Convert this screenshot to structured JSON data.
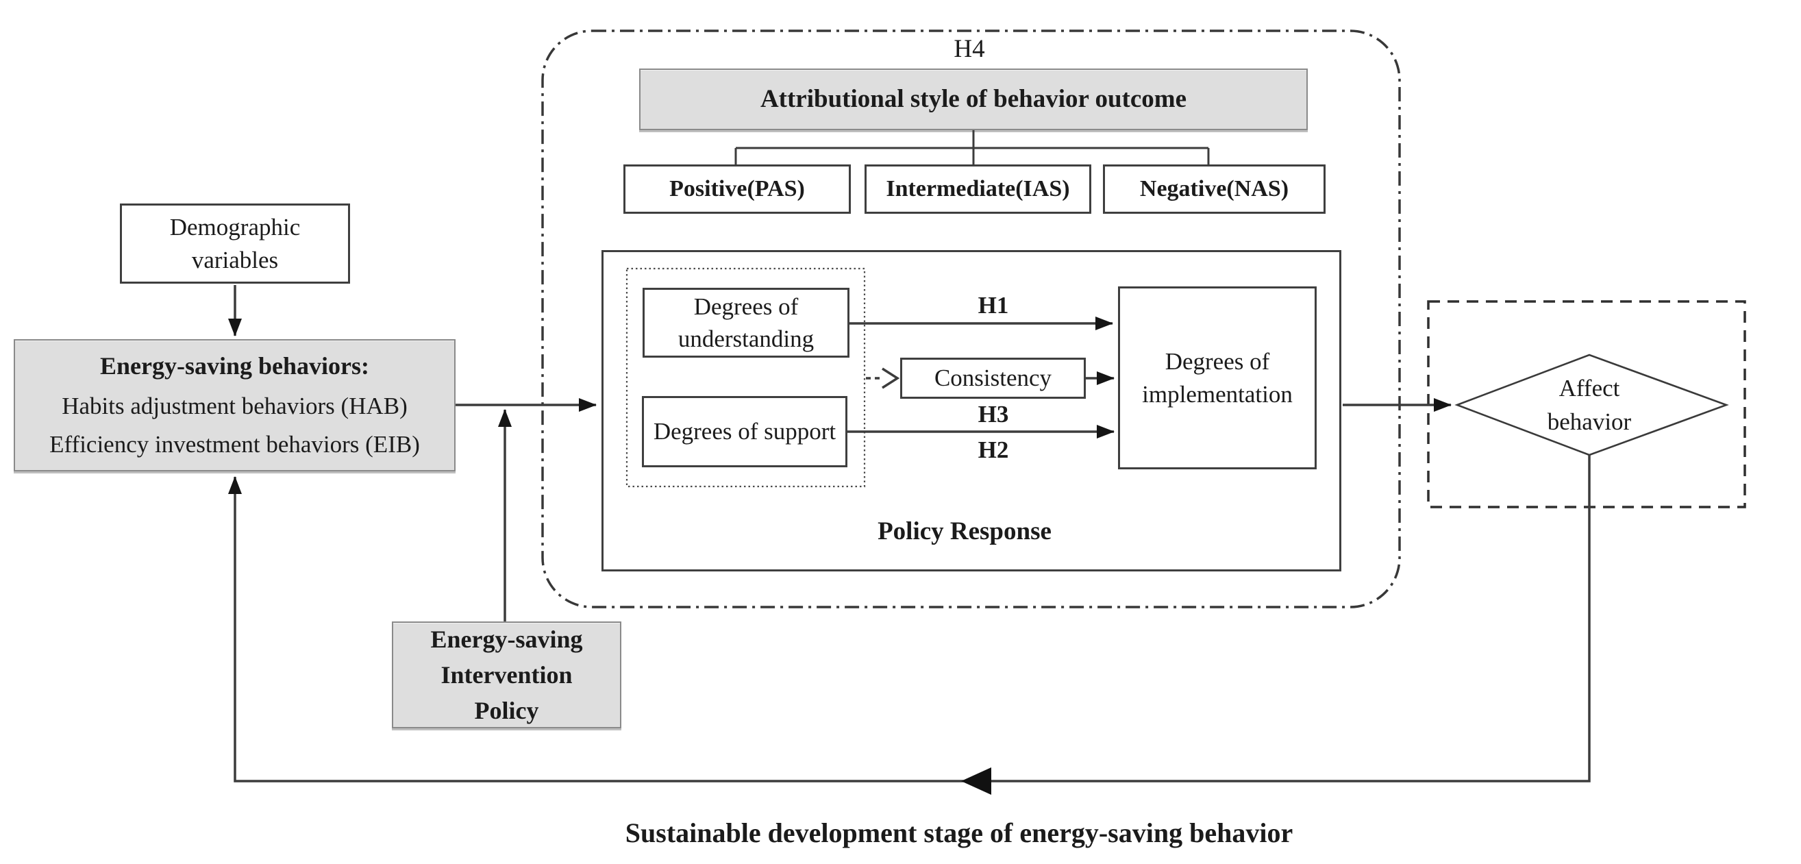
{
  "figure": {
    "caption": "Sustainable development stage of energy-saving behavior",
    "hypotheses": {
      "h1": "H1",
      "h2": "H2",
      "h3": "H3",
      "h4": "H4"
    },
    "left_flow": {
      "demographic": "Demographic variables",
      "energy_title": "Energy-saving behaviors:",
      "energy_item1": "Habits adjustment behaviors (HAB)",
      "energy_item2": "Efficiency investment behaviors (EIB)",
      "intervention": "Energy-saving Intervention Policy"
    },
    "attribution": {
      "title": "Attributional style of behavior outcome",
      "positive": "Positive(PAS)",
      "intermediate": "Intermediate(IAS)",
      "negative": "Negative(NAS)"
    },
    "policy_response": {
      "label": "Policy Response",
      "understanding": "Degrees of understanding",
      "support": "Degrees of support",
      "consistency": "Consistency",
      "implementation": "Degrees of implementation"
    },
    "outcome": {
      "affect": "Affect behavior"
    },
    "colors": {
      "line": "#3c3c3c",
      "box_border": "#3f3f3f",
      "gray_fill": "#dedede",
      "gray_border": "#8a8a8a",
      "text": "#1b1b1b",
      "background": "#ffffff"
    }
  }
}
